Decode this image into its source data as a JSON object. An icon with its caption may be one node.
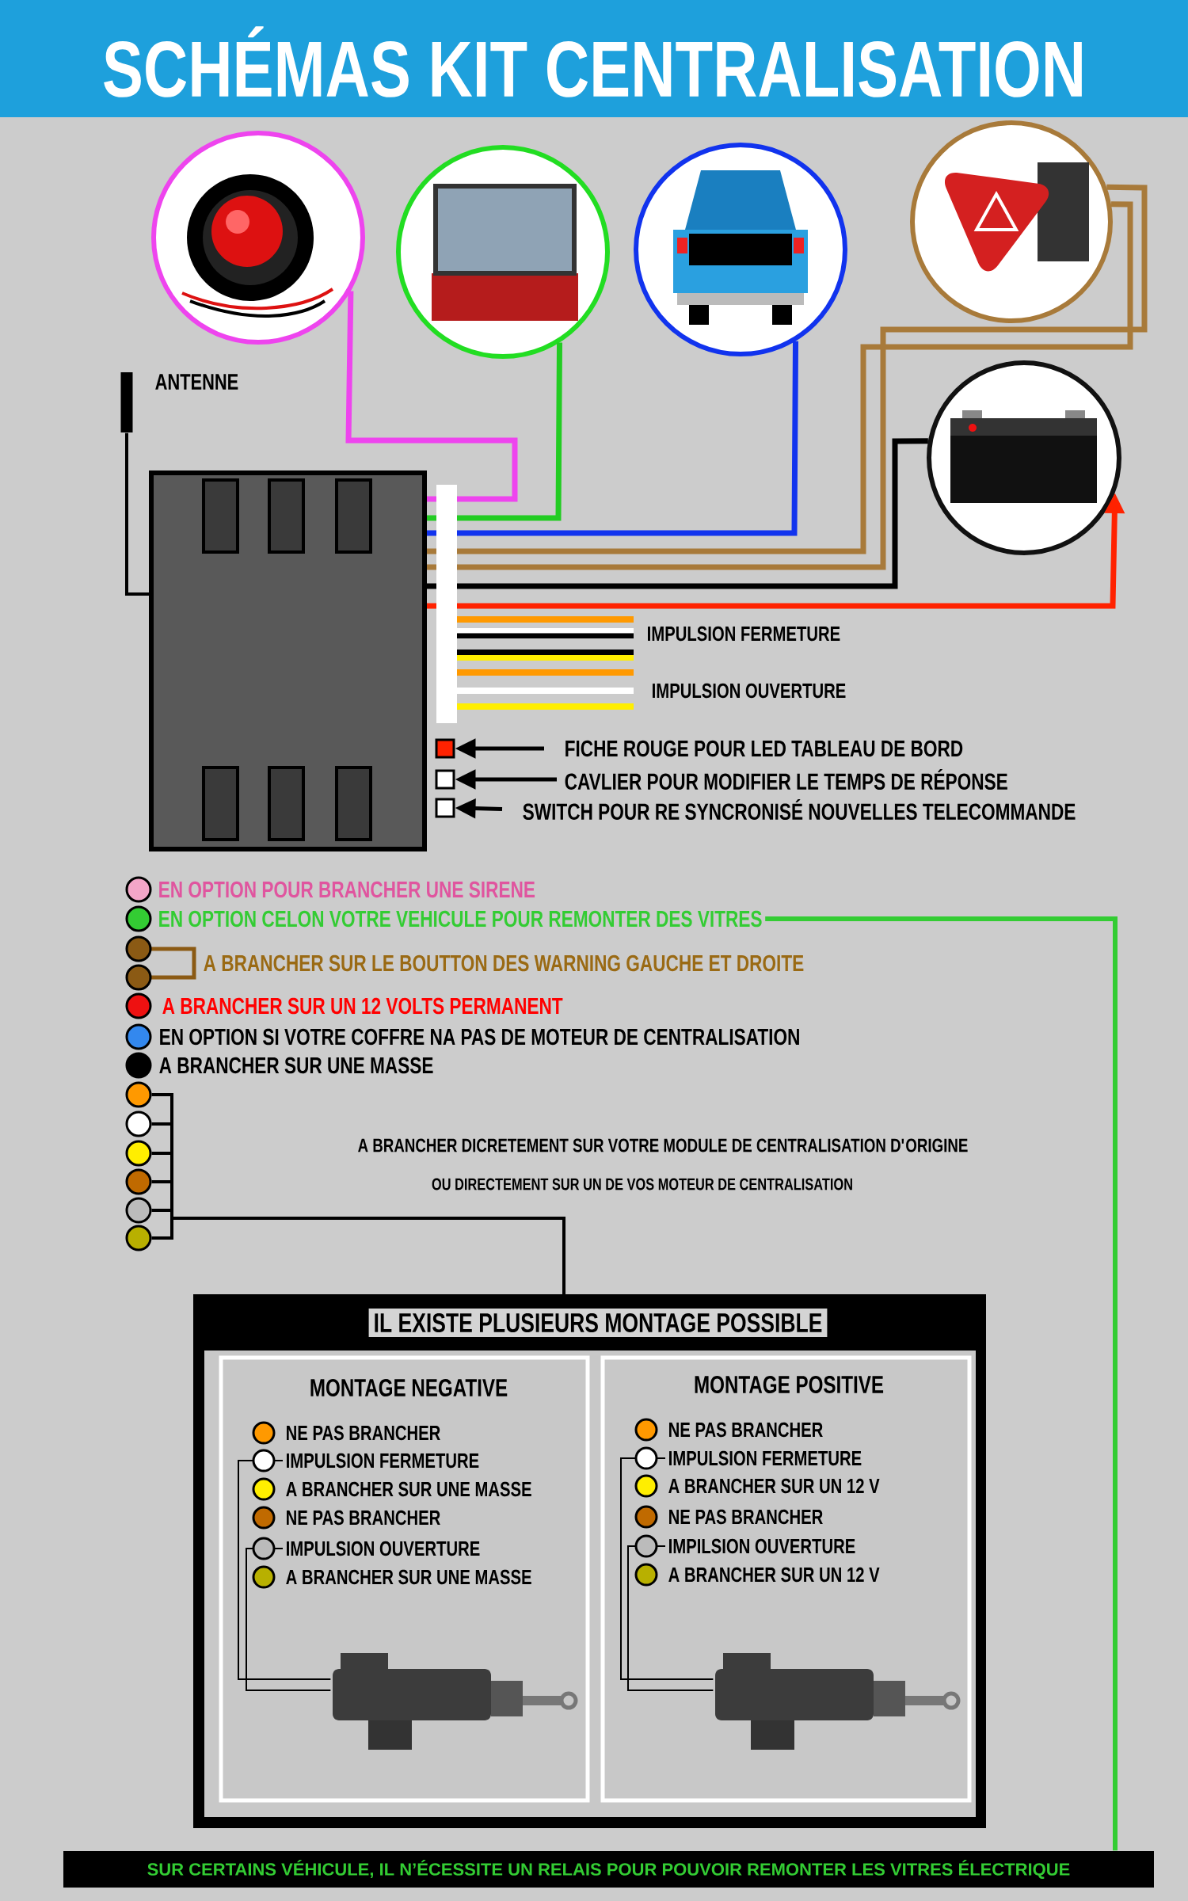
{
  "diagram": {
    "title": "SCHÉMAS KIT CENTRALISATION",
    "nodes": [
      {
        "text": [],
        "shape": "picture"
      },
      {
        "text": [],
        "shape": "picture"
      },
      {
        "text": [],
        "shape": "picture"
      },
      {
        "text": [],
        "shape": "picture"
      },
      {
        "text": [],
        "shape": "picture"
      },
      {
        "text": [],
        "shape": "bar",
        "beside": [
          "ANTENNE"
        ]
      },
      {
        "text": [],
        "shape": "box"
      },
      {
        "text": [
          "FICHE ROUGE POUR LED TABLEAU DE BORD"
        ]
      },
      {
        "text": [
          "CAVLIER POUR MODIFIER LE TEMPS DE RÉPONSE"
        ]
      },
      {
        "text": [
          "SWITCH POUR RE SYNCRONISÉ NOUVELLES TELECOMMANDE"
        ]
      },
      {
        "text": [],
        "shape": "box"
      },
      {
        "text": [],
        "shape": "box"
      },
      {
        "text": [],
        "shape": "box"
      },
      {
        "text": [
          "EN OPTION CELON VOTRE VEHICULE POUR REMONTER DES VITRES"
        ]
      },
      {
        "text": [],
        "shape": "circle"
      },
      {
        "text": [],
        "shape": "circle"
      },
      {
        "text": [],
        "shape": "circle"
      },
      {
        "text": [],
        "shape": "circle"
      },
      {
        "text": [],
        "shape": "circle"
      },
      {
        "text": [],
        "shape": "circle"
      },
      {
        "text": [
          "IL EXISTE PLUSIEURS MONTAGE POSSIBLE"
        ]
      },
      {
        "text": [
          "MONTAGE NEGATIVE"
        ],
        "in": 20
      },
      {
        "text": [
          "NE PAS BRANCHER"
        ],
        "in": 21
      },
      {
        "text": [
          "IMPULSION FERMETURE"
        ],
        "in": 21
      },
      {
        "text": [
          "A BRANCHER SUR UNE MASSE"
        ],
        "in": 21
      },
      {
        "text": [
          "NE PAS BRANCHER"
        ],
        "in": 21
      },
      {
        "text": [
          "IMPULSION OUVERTURE"
        ],
        "in": 21
      },
      {
        "text": [
          "A BRANCHER SUR UNE MASSE"
        ],
        "in": 21
      },
      {
        "text": [],
        "shape": "picture",
        "in": 21
      },
      {
        "text": [
          "MONTAGE POSITIVE"
        ],
        "in": 20
      },
      {
        "text": [
          "NE PAS BRANCHER"
        ],
        "in": 29
      },
      {
        "text": [
          "IMPULSION FERMETURE"
        ],
        "in": 29
      },
      {
        "text": [
          "A BRANCHER SUR UN 12 V"
        ],
        "in": 29
      },
      {
        "text": [
          "NE PAS BRANCHER"
        ],
        "in": 29
      },
      {
        "text": [
          "IMPILSION OUVERTURE"
        ],
        "in": 29
      },
      {
        "text": [
          "A BRANCHER SUR UN 12 V"
        ],
        "in": 29
      },
      {
        "text": [],
        "shape": "picture",
        "in": 29
      },
      {
        "text": [
          "SUR CERTAINS VÉHICULE, IL N’ÉCESSITE UN RELAIS POUR POUVOIR REMONTER LES VITRES ÉLECTRIQUE"
        ]
      }
    ],
    "edges": [
      {
        "from": 6,
        "to": 0,
        "arrow": "none",
        "color": "#ee44ee"
      },
      {
        "from": 6,
        "to": 1,
        "arrow": "none",
        "color": "#22cc22"
      },
      {
        "from": 6,
        "to": 2,
        "arrow": "none",
        "color": "#1133ee"
      },
      {
        "from": 6,
        "to": 3,
        "arrow": "none",
        "color": "#a87a3a"
      },
      {
        "from": 6,
        "to": 3,
        "arrow": "none",
        "color": "#a87a3a"
      },
      {
        "from": 6,
        "to": 4,
        "arrow": "none",
        "color": "#000000"
      },
      {
        "from": 6,
        "to": 4,
        "arrow": "to",
        "color": "#ff2200"
      },
      {
        "from": 5,
        "to": 6,
        "arrow": "none"
      },
      {
        "from": 7,
        "to": 10,
        "arrow": "to"
      },
      {
        "from": 8,
        "to": 11,
        "arrow": "to"
      },
      {
        "from": 9,
        "to": 12,
        "arrow": "to"
      },
      {
        "from": 13,
        "to": 37,
        "arrow": "none",
        "color": "#33cc33"
      },
      {
        "from": 14,
        "to": 20,
        "arrow": "none"
      },
      {
        "from": 15,
        "to": 20,
        "arrow": "none"
      },
      {
        "from": 16,
        "to": 20,
        "arrow": "none"
      },
      {
        "from": 17,
        "to": 20,
        "arrow": "none"
      },
      {
        "from": 18,
        "to": 20,
        "arrow": "none"
      },
      {
        "from": 19,
        "to": 20,
        "arrow": "none"
      },
      {
        "from": 23,
        "to": 28,
        "arrow": "none"
      },
      {
        "from": 26,
        "to": 28,
        "arrow": "none"
      },
      {
        "from": 31,
        "to": 36,
        "arrow": "none"
      },
      {
        "from": 34,
        "to": 36,
        "arrow": "none"
      }
    ],
    "labels": [
      "IMPULSION FERMETURE",
      "IMPULSION OUVERTURE",
      "A BRANCHER DICRETEMENT SUR VOTRE MODULE DE CENTRALISATION D'ORIGINE",
      "OU DIRECTEMENT SUR UN DE VOS MOTEUR DE CENTRALISATION"
    ],
    "legend": [
      {
        "text": "EN OPTION POUR BRANCHER UNE SIRENE",
        "color": "#f4a6c8"
      },
      {
        "text": "A BRANCHER SUR LE BOUTTON DES WARNING GAUCHE ET DROITE",
        "color": "#8b5a14"
      },
      {
        "text": "A BRANCHER SUR UN 12 VOLTS PERMANENT",
        "color": "#ee1111"
      },
      {
        "text": "EN OPTION SI VOTRE COFFRE NA PAS DE MOTEUR DE CENTRALISATION",
        "color": "#3388ee"
      },
      {
        "text": "A BRANCHER SUR UNE MASSE",
        "color": "#000000"
      }
    ]
  }
}
